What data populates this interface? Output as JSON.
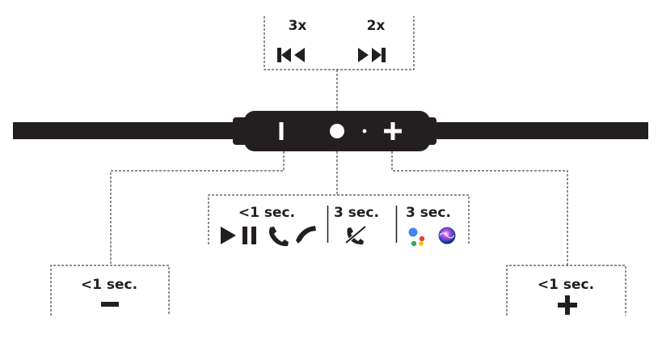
{
  "top_box": {
    "prev": {
      "label": "3x",
      "icon": "skip-previous-icon"
    },
    "next": {
      "label": "2x",
      "icon": "skip-next-icon"
    }
  },
  "remote": {
    "buttons": [
      {
        "icon": "minus-bar-icon"
      },
      {
        "icon": "multi-function-button-icon"
      },
      {
        "icon": "plus-icon"
      }
    ]
  },
  "center_box": {
    "short_press": {
      "label": "<1 sec.",
      "icons": [
        "play-icon",
        "pause-icon",
        "answer-call-icon",
        "end-call-icon"
      ]
    },
    "long_press_call": {
      "label": "3 sec.",
      "icons": [
        "decline-call-icon"
      ]
    },
    "long_press_assistant": {
      "label": "3 sec.",
      "icons": [
        "google-assistant-icon",
        "siri-icon"
      ]
    }
  },
  "left_box": {
    "label": "<1 sec.",
    "icon": "volume-down-icon"
  },
  "right_box": {
    "label": "<1 sec.",
    "icon": "volume-up-icon"
  },
  "colors": {
    "ink": "#231f20",
    "google_blue": "#4285f4",
    "google_red": "#ea4335",
    "google_yellow": "#fbbc05",
    "google_green": "#34a853"
  }
}
